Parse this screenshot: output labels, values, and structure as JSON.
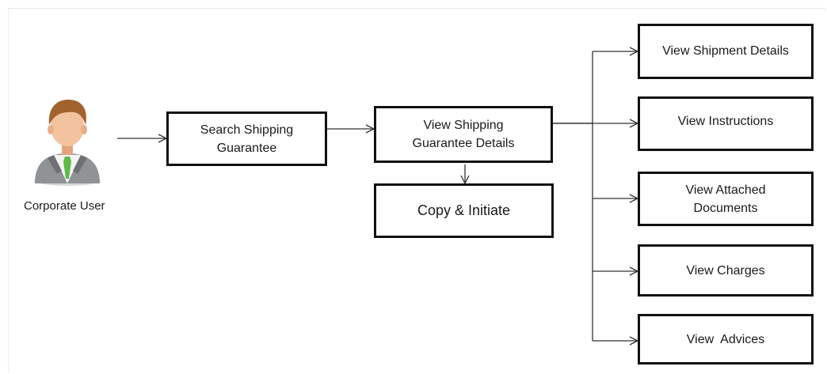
{
  "actor": {
    "label": "Corporate User",
    "icon": "user-icon"
  },
  "nodes": {
    "search": "Search Shipping\nGuarantee",
    "view_details": "View Shipping\nGuarantee Details",
    "copy_initiate": "Copy & Initiate",
    "shipment": "View Shipment Details",
    "instructions": "View Instructions",
    "attached_docs": "View Attached\nDocuments",
    "charges": "View Charges",
    "advices": "View  Advices"
  }
}
